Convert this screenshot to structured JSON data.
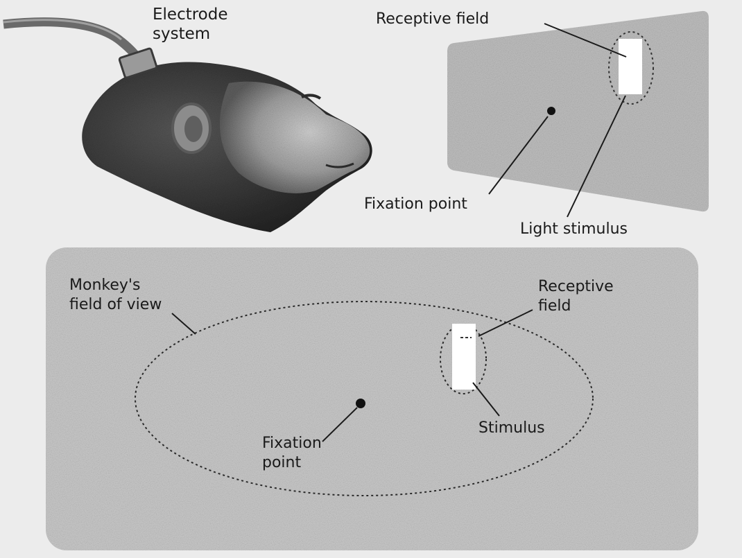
{
  "labels": {
    "electrode_line1": "Electrode",
    "electrode_line2": "system",
    "top_receptive_field": "Receptive field",
    "top_fixation_point": "Fixation point",
    "top_light_stimulus": "Light stimulus",
    "monkey_fov_line1": "Monkey's",
    "monkey_fov_line2": "field of view",
    "bottom_receptive_line1": "Receptive",
    "bottom_receptive_line2": "field",
    "bottom_stimulus": "Stimulus",
    "bottom_fixation_line1": "Fixation",
    "bottom_fixation_line2": "point"
  },
  "colors": {
    "background": "#ececec",
    "screen": "#b9b9b9",
    "panel": "#c3c3c3",
    "monkey_dark": "#3a3a3a",
    "monkey_face": "#a9a9a9",
    "stimulus": "#ffffff",
    "ink": "#1a1a1a"
  }
}
